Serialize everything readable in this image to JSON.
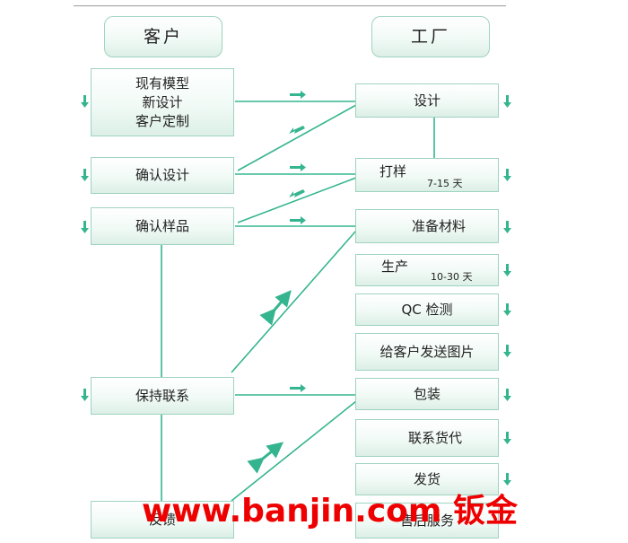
{
  "headers": {
    "customer": "客户",
    "factory": "工厂"
  },
  "customer_steps": {
    "models": [
      "现有模型",
      "新设计",
      "客户定制"
    ],
    "confirm_design": "确认设计",
    "confirm_sample": "确认样品",
    "keep_contact": "保持联系",
    "feedback": "反馈"
  },
  "factory_steps": {
    "design": "设计",
    "sample": "打样",
    "sample_days": "7-15 天",
    "materials": "准备材料",
    "production": "生产",
    "production_days": "10-30 天",
    "qc": "QC 检测",
    "send_photos": "给客户发送图片",
    "packing": "包装",
    "forwarder": "联系货代",
    "shipping": "发货",
    "after_sales": "售后服务"
  },
  "watermark": "www.banjin.com 钣金",
  "colors": {
    "line": "#35b58f",
    "box_border": "#9fd3c0",
    "watermark": "#ee0000"
  }
}
